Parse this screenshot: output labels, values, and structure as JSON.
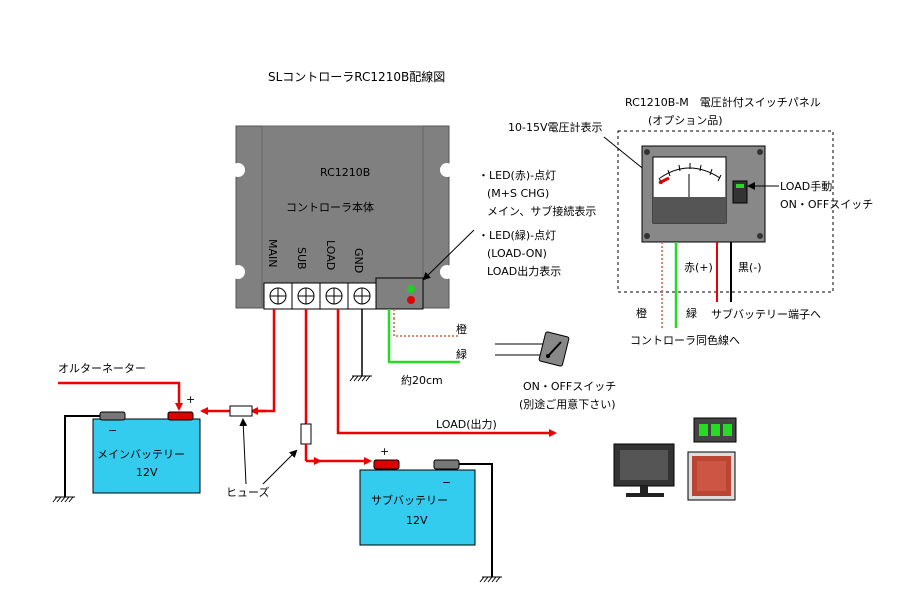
{
  "title": "SLコントローラRC1210B配線図",
  "controller": {
    "model": "RC1210B",
    "body_label": "コントローラ本体",
    "terminals": [
      "MAIN",
      "SUB",
      "LOAD",
      "GND"
    ]
  },
  "led_notes": {
    "red": [
      "・LED(赤)-点灯",
      "(M+S CHG)",
      "メイン、サブ接続表示"
    ],
    "green": [
      "・LED(緑)-点灯",
      "(LOAD-ON)",
      "LOAD出力表示"
    ]
  },
  "panel": {
    "title": "RC1210B-M　電圧計付スイッチパネル",
    "subtitle": "(オプション品)",
    "voltmeter_label": "10-15V電圧計表示",
    "switch_label": [
      "LOAD手動",
      "ON・OFFスイッチ"
    ],
    "wire_labels": {
      "red": "赤(+)",
      "black": "黒(-)",
      "orange": "橙",
      "green": "緑"
    },
    "battery_terminal_note": "サブバッテリー端子へ",
    "controller_note": "コントローラ同色線へ"
  },
  "wires": {
    "orange": "橙",
    "green": "緑",
    "length": "約20cm"
  },
  "switch_note": [
    "ON・OFFスイッチ",
    "(別途ご用意下さい)"
  ],
  "alternator": "オルターネーター",
  "main_battery": {
    "name": "メインバッテリー",
    "voltage": "12V",
    "minus": "−",
    "plus": "+"
  },
  "sub_battery": {
    "name": "サブバッテリー",
    "voltage": "12V",
    "minus": "−",
    "plus": "+"
  },
  "fuse_label": "ヒューズ",
  "load_label": "LOAD(出力)",
  "colors": {
    "controller": "#808080",
    "battery": "#33ccee",
    "wire_red": "#ee0000",
    "wire_green": "#22dd22",
    "wire_orange": "#cc6633",
    "led_green": "#22cc22",
    "led_red": "#dd0000"
  }
}
